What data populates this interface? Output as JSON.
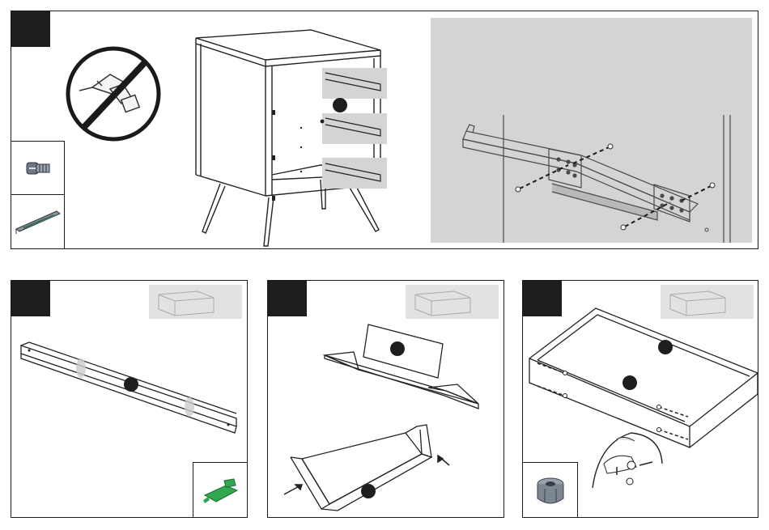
{
  "steps": [
    {
      "id": "step-top",
      "number": ""
    },
    {
      "id": "step-bottom-left",
      "number": ""
    },
    {
      "id": "step-bottom-middle",
      "number": ""
    },
    {
      "id": "step-bottom-right",
      "number": ""
    }
  ],
  "icons": {
    "no_drill": "no-power-drill-icon",
    "cam_bolt": "cam-bolt-icon",
    "drawer_slide": "drawer-slide-icon",
    "glue": "wood-glue-icon",
    "cam_lock": "cam-lock-icon",
    "drawer_thumb": "drawer-thumbnail-icon"
  },
  "colors": {
    "step_box": "#1e1e1e",
    "part_dot": "#1e1e1e",
    "detail_bg": "#d4d4d4",
    "thumb_bg": "#e2e2e2",
    "glue_green": "#2fa84f"
  }
}
